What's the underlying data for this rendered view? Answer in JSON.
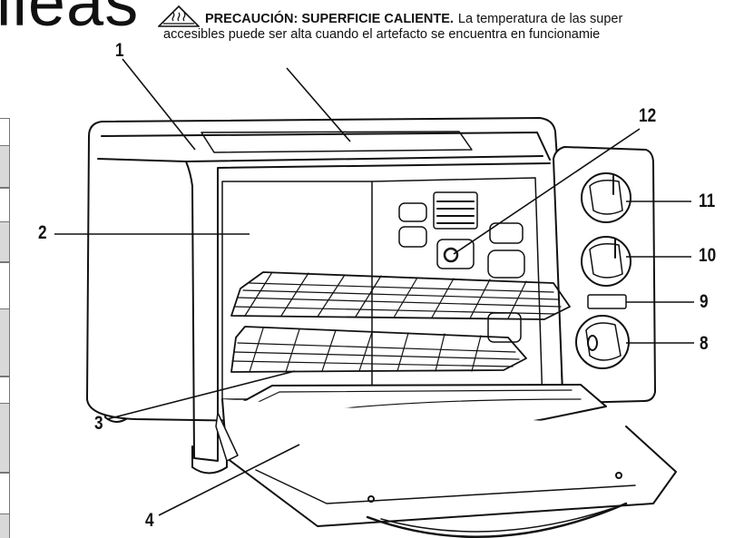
{
  "heading": {
    "text": "ileas"
  },
  "warning": {
    "icon": "hot-surface-warning-icon",
    "title": "PRECAUCIÓN: SUPERFICIE CALIENTE.",
    "line1_rest": "La temperatura de las super",
    "line2": "accesibles puede ser alta cuando el artefacto se encuentra en funcionamie"
  },
  "callouts": {
    "c1": "1",
    "c2": "2",
    "c3": "3",
    "c4": "4",
    "c8": "8",
    "c9": "9",
    "c10": "10",
    "c11": "11",
    "c12": "12"
  },
  "colors": {
    "ink": "#111111",
    "table_shade": "#d9d9d9"
  }
}
